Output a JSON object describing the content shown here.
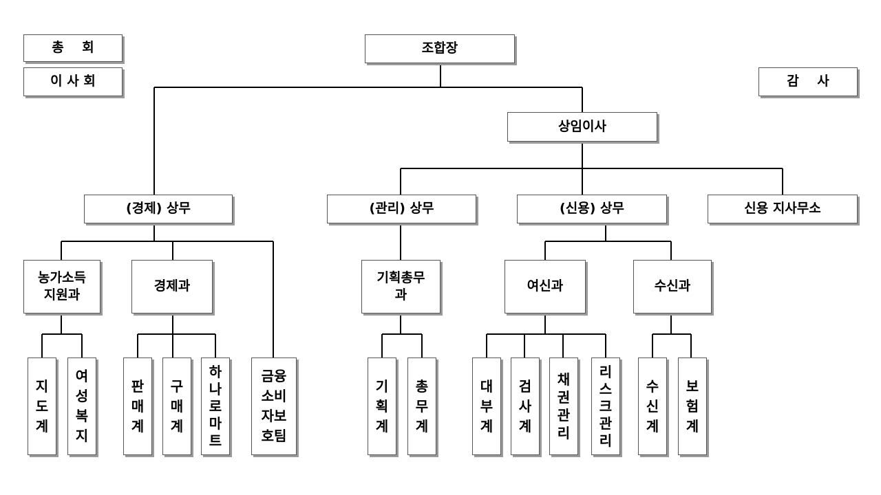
{
  "side": {
    "general_assembly": "총    회",
    "board": "이 사 회",
    "auditor": "감    사"
  },
  "units": {
    "chairman": "조합장",
    "managing_director": "상임이사",
    "econ_exec": "(경제) 상무",
    "admin_exec": "(관리) 상무",
    "credit_exec": "(신용) 상무",
    "branch_office": "신용 지사무소",
    "farm_income": "농가소득\n지원과",
    "econ_dept": "경제과",
    "planning_dept": "기획총무\n과",
    "loan_dept": "여신과",
    "deposit_dept": "수신과"
  },
  "teams": {
    "guidance": "지도계",
    "women_welfare": "여성복지",
    "sales": "판매계",
    "purchase": "구매계",
    "hanaro_mart": "하나로마트",
    "finance_consumer": "금융소비자보호팀",
    "planning": "기획계",
    "general_affairs": "총무계",
    "lending": "대부계",
    "inspection": "검사계",
    "bond_mgmt": "채권관리",
    "risk_mgmt": "리스크관리",
    "deposit": "수신계",
    "insurance": "보험계"
  },
  "colors": {
    "line": "#000000",
    "border": "#555555",
    "shadow": "#9a9a9a"
  }
}
